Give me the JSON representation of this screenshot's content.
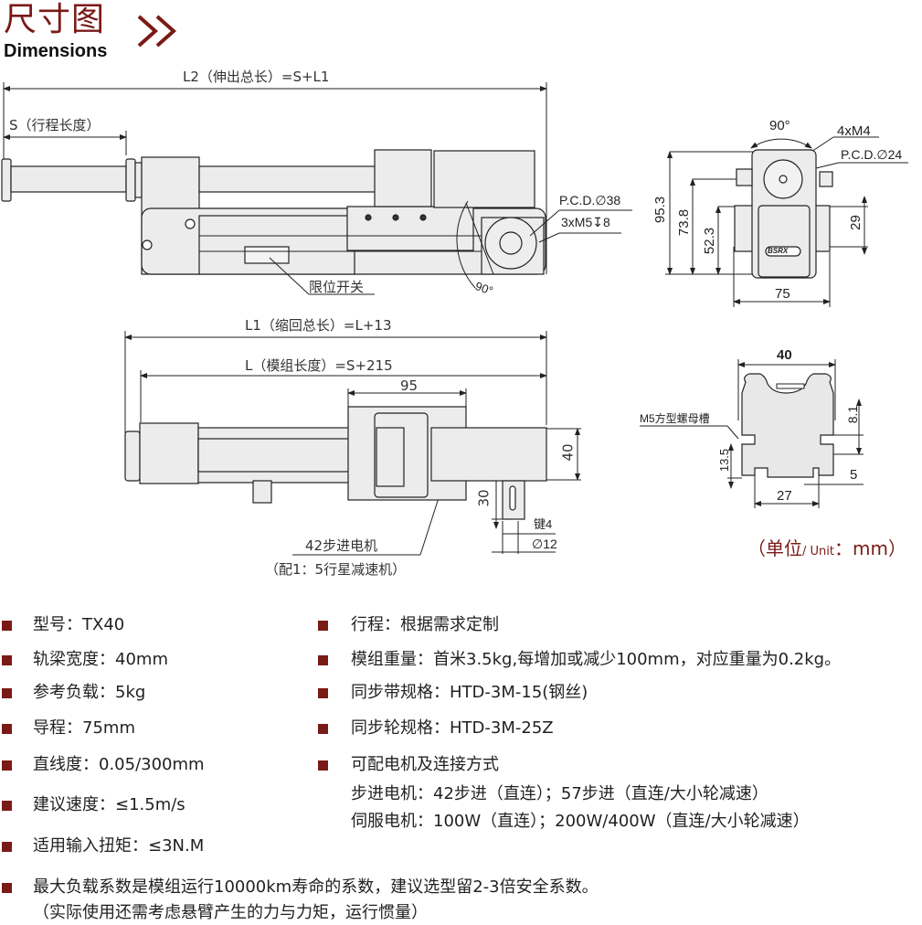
{
  "header": {
    "title_cn": "尺寸图",
    "title_en": "Dimensions",
    "chevron_icon": "double-chevron-right-icon"
  },
  "top_view": {
    "l2_label": "L2（伸出总长）=S+L1",
    "s_label": "S（行程长度）",
    "limit_switch_label": "限位开关",
    "pcd_label": "P.C.D.∅38",
    "hole_label": "3xM5↧8",
    "angle_label": "90°"
  },
  "end_view": {
    "angle_label": "90°",
    "hole_label": "4xM4",
    "pcd_label": "P.C.D.∅24",
    "height_total": "95.3",
    "height_mid": "73.8",
    "height_low": "52.3",
    "height_side": "29",
    "width": "75",
    "logo_text": "BSRX"
  },
  "side_view": {
    "l1_label": "L1（缩回总长）=L+13",
    "l_label": "L（模组长度）=S+215",
    "carriage_width": "95",
    "height": "40",
    "shaft_length": "30",
    "key_label": "键4",
    "shaft_dia_label": "∅12",
    "motor_label": "42步进电机",
    "reducer_label": "（配1：5行星减速机）"
  },
  "profile_view": {
    "width": "40",
    "slot_label": "M5方型螺母槽",
    "dim_8_1": "8.1",
    "dim_13_5": "13.5",
    "dim_5": "5",
    "dim_27": "27"
  },
  "unit_note": {
    "prefix": "（单位",
    "unit_en": "/ Unit",
    "suffix": "：mm）"
  },
  "specs_left": [
    {
      "label": "型号：TX40"
    },
    {
      "label": "轨梁宽度：40mm"
    },
    {
      "label": "参考负载：5kg"
    },
    {
      "label": "导程：75mm"
    },
    {
      "label": "直线度：0.05/300mm"
    },
    {
      "label": "建议速度：≤1.5m/s"
    },
    {
      "label": "适用输入扭矩：≤3N.M"
    }
  ],
  "specs_right": [
    {
      "label": "行程：根据需求定制"
    },
    {
      "label": "模组重量：首米3.5kg,每增加或减少100mm，对应重量为0.2kg。"
    },
    {
      "label": "同步带规格：HTD-3M-15(钢丝)"
    },
    {
      "label": "同步轮规格：HTD-3M-25Z"
    },
    {
      "label": "可配电机及连接方式"
    }
  ],
  "motor_options": {
    "stepper": "步进电机：42步进（直连）；57步进（直连/大小轮减速）",
    "servo": "伺服电机：100W（直连）；200W/400W（直连/大小轮减速）"
  },
  "footer_note": {
    "line1": "最大负载系数是模组运行10000km寿命的系数，建议选型留2-3倍安全系数。",
    "line2": "（实际使用还需考虑悬臂产生的力与力矩，运行惯量）"
  },
  "colors": {
    "accent": "#7a1a16",
    "part_fill": "#e8e8e8",
    "line": "#222222"
  }
}
